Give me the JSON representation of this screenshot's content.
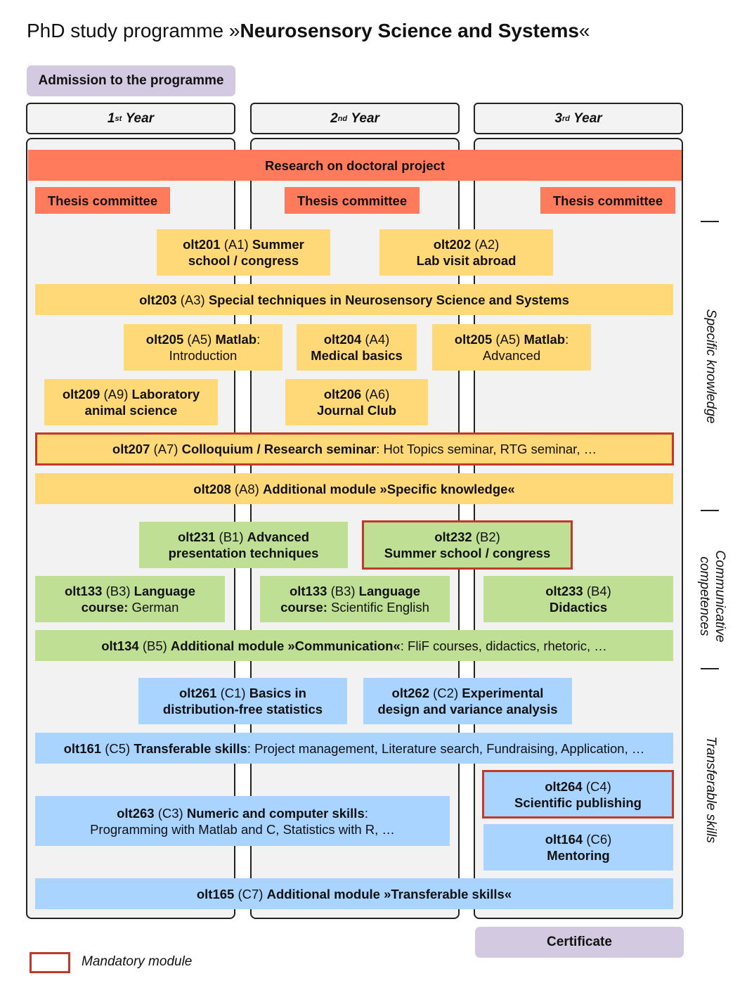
{
  "title": {
    "prefix": "PhD study programme »",
    "name": "Neurosensory Science and Systems",
    "suffix": "«"
  },
  "admission": "Admission to the programme",
  "certificate": "Certificate",
  "years": [
    {
      "num": "1",
      "sup": "st",
      "word": "Year"
    },
    {
      "num": "2",
      "sup": "nd",
      "word": "Year"
    },
    {
      "num": "3",
      "sup": "rd",
      "word": "Year"
    }
  ],
  "research": "Research on doctoral project",
  "thesis_committee": "Thesis committee",
  "modules": {
    "a1": {
      "code": "olt201",
      "id": "(A1)",
      "name": "Summer",
      "line2": "school / congress"
    },
    "a2": {
      "code": "olt202",
      "id": "(A2)",
      "line2": "Lab visit abroad"
    },
    "a3": {
      "code": "olt203",
      "id": "(A3)",
      "name": "Special techniques in Neurosensory Science and Systems"
    },
    "a5a": {
      "code": "olt205",
      "id": "(A5)",
      "name": "Matlab",
      "colon": ":",
      "line2": "Introduction"
    },
    "a4": {
      "code": "olt204",
      "id": "(A4)",
      "line2": "Medical basics"
    },
    "a5b": {
      "code": "olt205",
      "id": "(A5)",
      "name": "Matlab",
      "colon": ":",
      "line2": "Advanced"
    },
    "a9": {
      "code": "olt209",
      "id": "(A9)",
      "name": "Laboratory",
      "line2": "animal science"
    },
    "a6": {
      "code": "olt206",
      "id": "(A6)",
      "line2": "Journal Club"
    },
    "a7": {
      "code": "olt207",
      "id": "(A7)",
      "name": "Colloquium / Research seminar",
      "rest": ": Hot Topics seminar, RTG seminar, …"
    },
    "a8": {
      "code": "olt208",
      "id": "(A8)",
      "name": "Additional module »Specific knowledge«"
    },
    "b1": {
      "code": "olt231",
      "id": "(B1)",
      "name": "Advanced",
      "line2": "presentation techniques"
    },
    "b2": {
      "code": "olt232",
      "id": "(B2)",
      "line2": "Summer school / congress"
    },
    "b3a": {
      "code": "olt133",
      "id": "(B3)",
      "name": "Language",
      "line2b": "course:",
      "line2r": " German"
    },
    "b3b": {
      "code": "olt133",
      "id": "(B3)",
      "name": "Language",
      "line2b": "course:",
      "line2r": " Scientific English"
    },
    "b4": {
      "code": "olt233",
      "id": "(B4)",
      "line2": "Didactics"
    },
    "b5": {
      "code": "olt134",
      "id": "(B5)",
      "name": "Additional module »Communication«",
      "rest": ": FliF courses, didactics, rhetoric, …"
    },
    "c1": {
      "code": "olt261",
      "id": "(C1)",
      "name": "Basics in",
      "line2": "distribution-free statistics"
    },
    "c2": {
      "code": "olt262",
      "id": "(C2)",
      "name": "Experimental",
      "line2": "design and variance analysis"
    },
    "c5": {
      "code": "olt161",
      "id": "(C5)",
      "name": "Transferable skills",
      "rest": ": Project management, Literature search, Fundraising, Application, …"
    },
    "c3": {
      "code": "olt263",
      "id": "(C3)",
      "name": "Numeric and computer skills",
      "colon": ":",
      "line2": "Programming with Matlab and C, Statistics with R, …"
    },
    "c4": {
      "code": "olt264",
      "id": "(C4)",
      "line2": "Scientific publishing"
    },
    "c6": {
      "code": "olt164",
      "id": "(C6)",
      "line2": "Mentoring"
    },
    "c7": {
      "code": "olt165",
      "id": "(C7)",
      "name": "Additional module »Transferable skills«"
    }
  },
  "side_labels": {
    "specific": "Specific knowledge",
    "communicative_1": "Communicative",
    "communicative_2": "competences",
    "transferable": "Transferable skills"
  },
  "legend": {
    "label": "Mandatory module"
  },
  "colors": {
    "research": "#ff7b5c",
    "specific": "#ffd978",
    "communicative": "#bfe094",
    "transferable": "#a8d4ff",
    "milestone": "#d3c9e0",
    "mandatory_border": "#c0392b"
  }
}
